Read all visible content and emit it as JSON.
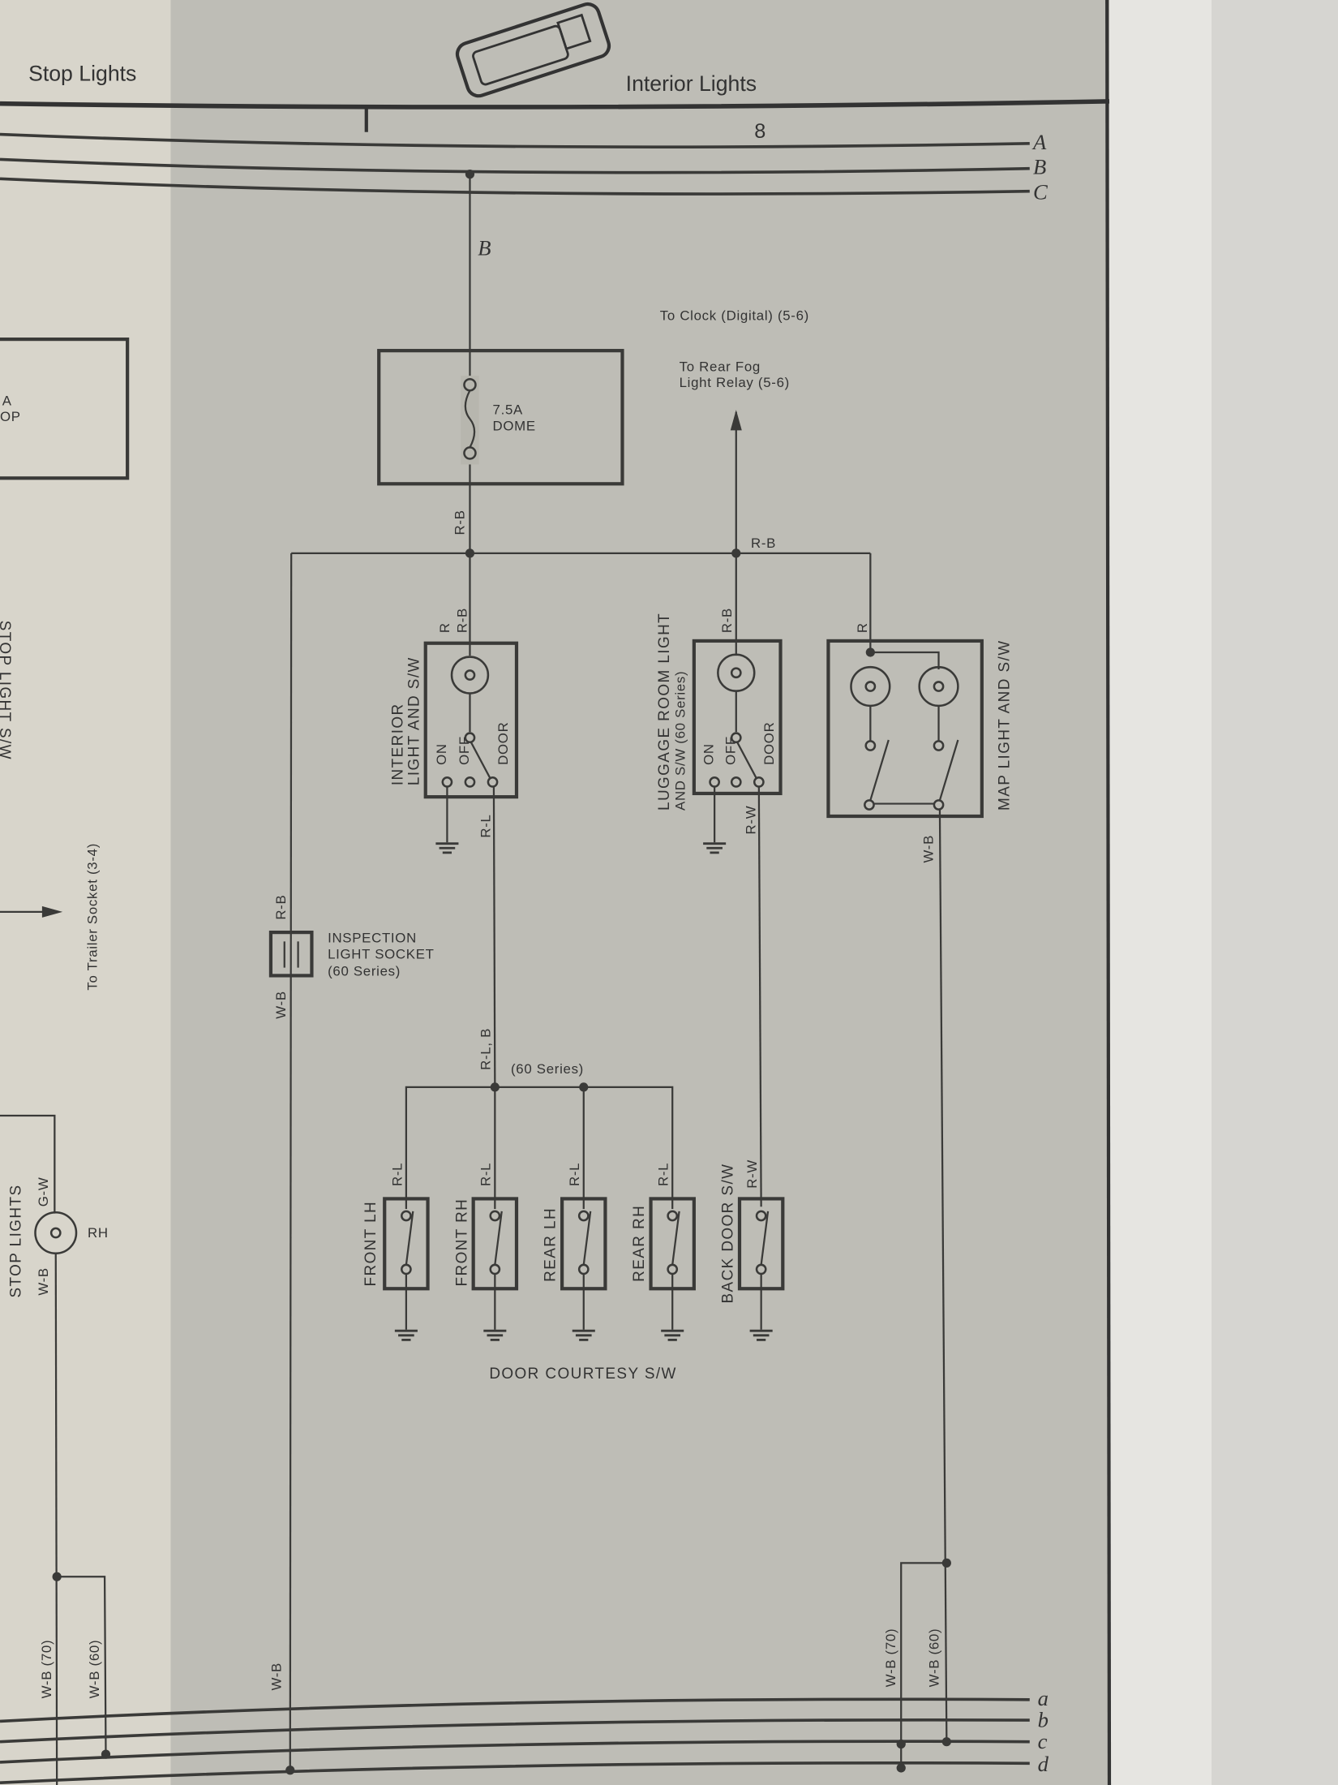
{
  "header": {
    "left_title": "Stop Lights",
    "title": "Interior Lights",
    "section_number": "8"
  },
  "bus_lines_top": [
    "A",
    "B",
    "C"
  ],
  "bus_lines_bottom": [
    "a",
    "b",
    "c",
    "d"
  ],
  "wire_labels": {
    "feed": "B",
    "fuse_out": "R-B",
    "bus": "R-B",
    "interior_r": "R",
    "interior_rb": "R-B",
    "interior_out": "R-L",
    "luggage_in": "R-B",
    "luggage_out": "R-W",
    "map_in": "R",
    "map_out": "W-B",
    "inspection_in": "R-B",
    "inspection_out": "W-B",
    "courtesy_trunk": "R-L, B",
    "left_ground": "W-B",
    "right_wb70": "W-B (70)",
    "right_wb60": "W-B (60)",
    "left_wb70": "W-B (70)",
    "left_wb60": "W-B (60)"
  },
  "fuse": {
    "rating": "7.5A",
    "name": "DOME"
  },
  "left_fuse": {
    "line1": "A",
    "line2": "OP"
  },
  "references": {
    "clock": "To Clock (Digital) (5-6)",
    "fog_line1": "To Rear Fog",
    "fog_line2": "Light Relay (5-6)",
    "trailer": "To Trailer Socket (3-4)"
  },
  "components": {
    "interior_line1": "INTERIOR",
    "interior_line2": "LIGHT AND S/W",
    "luggage_line1": "LUGGAGE ROOM LIGHT",
    "luggage_line2": "AND S/W (60 Series)",
    "map": "MAP LIGHT AND S/W",
    "inspection_line1": "INSPECTION",
    "inspection_line2": "LIGHT SOCKET",
    "inspection_line3": "(60 Series)",
    "switch_positions": [
      "ON",
      "OFF",
      "DOOR"
    ],
    "series_note": "(60 Series)",
    "door_courtesy": "DOOR COURTESY S/W",
    "stop_light_sw": "STOP LIGHT S/W",
    "stop_lights": "STOP LIGHTS",
    "stop_rh": "RH",
    "stop_wb": "W-B",
    "stop_gw": "G-W"
  },
  "courtesy_switches": [
    {
      "name": "FRONT LH",
      "wire": "R-L"
    },
    {
      "name": "FRONT RH",
      "wire": "R-L"
    },
    {
      "name": "REAR LH",
      "wire": "R-L"
    },
    {
      "name": "REAR RH",
      "wire": "R-L"
    },
    {
      "name": "BACK DOOR S/W",
      "wire": "R-W"
    }
  ]
}
